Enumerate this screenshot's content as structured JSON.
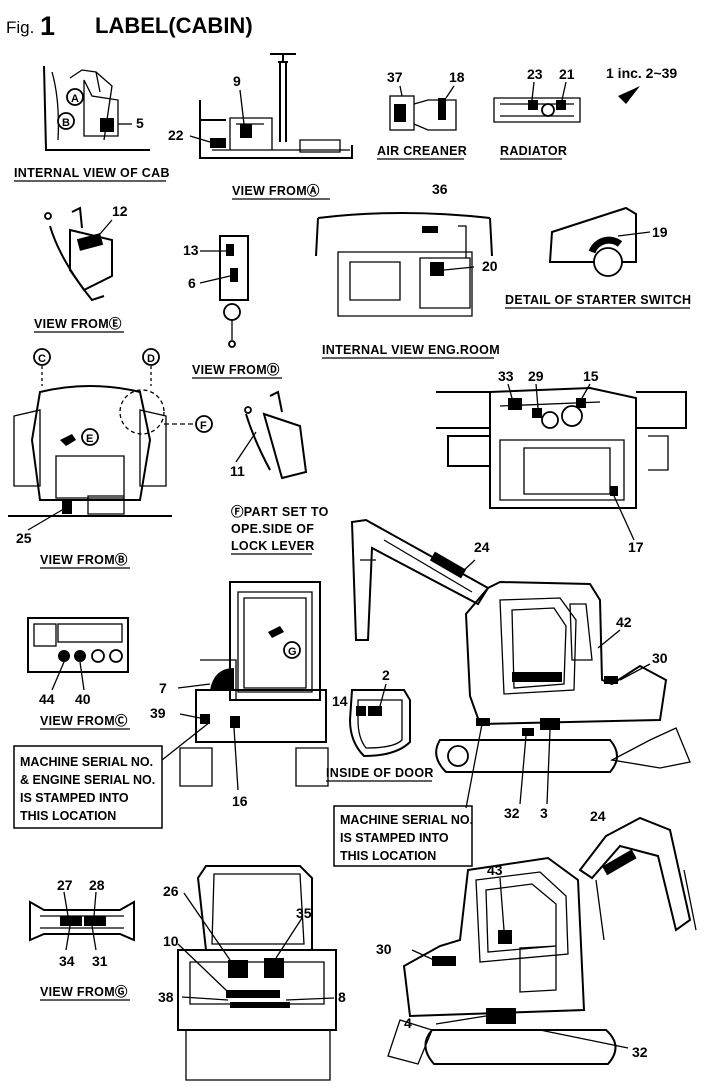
{
  "title": {
    "fig": "Fig.",
    "num": "1",
    "label": "LABEL(CABIN)"
  },
  "inc_note": "1 inc. 2~39",
  "captions": {
    "internal_cab": "INTERNAL VIEW OF CAB",
    "view_a": "VIEW FROMⒶ",
    "air_cleaner": "AIR CREANER",
    "radiator": "RADIATOR",
    "view_e": "VIEW FROMⒺ",
    "view_d": "VIEW FROMⒹ",
    "eng_room": "INTERNAL VIEW ENG.ROOM",
    "starter": "DETAIL OF STARTER SWITCH",
    "view_b": "VIEW FROMⒷ",
    "f_note_1": "ⒻPART SET TO",
    "f_note_2": "OPE.SIDE OF",
    "f_note_3": "LOCK LEVER",
    "view_c": "VIEW FROMⒸ",
    "inside_door": "INSIDE OF DOOR",
    "view_g": "VIEW FROMⒼ"
  },
  "letters": {
    "a": "A",
    "b": "B",
    "c": "C",
    "d": "D",
    "e": "E",
    "f": "F",
    "g": "G"
  },
  "serial_box_1": [
    "MACHINE SERIAL NO.",
    "& ENGINE SERIAL NO.",
    "IS STAMPED INTO",
    "THIS LOCATION"
  ],
  "serial_box_2": [
    "MACHINE SERIAL NO.",
    "IS STAMPED INTO",
    "THIS LOCATION"
  ],
  "parts": {
    "p2": "2",
    "p3": "3",
    "p4": "4",
    "p5": "5",
    "p6": "6",
    "p7": "7",
    "p8": "8",
    "p9": "9",
    "p10": "10",
    "p11": "11",
    "p12": "12",
    "p13": "13",
    "p14": "14",
    "p15": "15",
    "p16": "16",
    "p17": "17",
    "p18": "18",
    "p19": "19",
    "p20": "20",
    "p21": "21",
    "p22": "22",
    "p23": "23",
    "p24a": "24",
    "p24b": "24",
    "p25": "25",
    "p26": "26",
    "p27": "27",
    "p28": "28",
    "p29": "29",
    "p30a": "30",
    "p30b": "30",
    "p31": "31",
    "p32a": "32",
    "p32b": "32",
    "p33": "33",
    "p34": "34",
    "p35": "35",
    "p36": "36",
    "p37": "37",
    "p38": "38",
    "p39": "39",
    "p40": "40",
    "p42": "42",
    "p43": "43",
    "p44": "44"
  }
}
